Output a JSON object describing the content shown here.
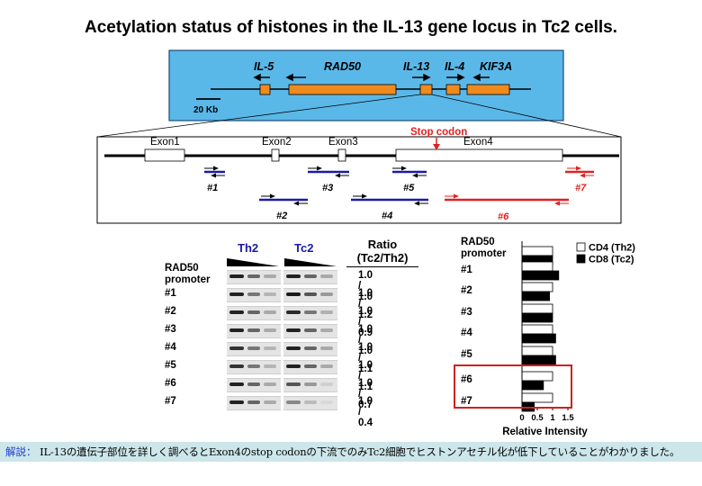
{
  "title": "Acetylation status of histones in the IL-13 gene locus in Tc2 cells.",
  "locus": {
    "genes": [
      "IL-5",
      "RAD50",
      "IL-13",
      "IL-4",
      "KIF3A"
    ],
    "scale": "20 Kb",
    "stop_codon": "Stop codon",
    "exons": [
      "Exon1",
      "Exon2",
      "Exon3",
      "Exon4"
    ],
    "primers": [
      {
        "label": "#1",
        "color": "#1a1aa8"
      },
      {
        "label": "#2",
        "color": "#1a1aa8"
      },
      {
        "label": "#3",
        "color": "#1a1aa8"
      },
      {
        "label": "#4",
        "color": "#1a1aa8"
      },
      {
        "label": "#5",
        "color": "#1a1aa8"
      },
      {
        "label": "#6",
        "color": "#e02020"
      },
      {
        "label": "#7",
        "color": "#e02020"
      }
    ],
    "colors": {
      "panel_bg": "#5ab8e8",
      "gene": "#f08a1c",
      "primer_blue": "#1a1aa8",
      "primer_red": "#e02020"
    }
  },
  "gel": {
    "th2_header": "Th2",
    "tc2_header": "Tc2",
    "ratio_header_1": "Ratio",
    "ratio_header_2": "(Tc2/Th2)",
    "rows": [
      {
        "label": "RAD50",
        "sublabel": "promoter",
        "ratio": "1.0 / 1.0"
      },
      {
        "label": "#1",
        "ratio": "1.0 / 1.2"
      },
      {
        "label": "#2",
        "ratio": "1.0 / 0.9"
      },
      {
        "label": "#3",
        "ratio": "1.0 / 1.0"
      },
      {
        "label": "#4",
        "ratio": "1.0 / 1.1"
      },
      {
        "label": "#5",
        "ratio": "1.0 / 1.1"
      },
      {
        "label": "#6",
        "ratio": "1.0 / 0.7"
      },
      {
        "label": "#7",
        "ratio": "1.0 / 0.4"
      }
    ]
  },
  "chart_data": {
    "type": "bar",
    "orientation": "horizontal",
    "categories": [
      "RAD50 promoter",
      "#1",
      "#2",
      "#3",
      "#4",
      "#5",
      "#6",
      "#7"
    ],
    "series": [
      {
        "name": "CD4 (Th2)",
        "values": [
          1.0,
          1.0,
          1.0,
          1.0,
          1.0,
          1.0,
          1.0,
          1.0
        ],
        "color": "#ffffff"
      },
      {
        "name": "CD8 (Tc2)",
        "values": [
          1.0,
          1.2,
          0.9,
          1.0,
          1.1,
          1.1,
          0.7,
          0.4
        ],
        "color": "#000000"
      }
    ],
    "xlabel": "Relative Intensity",
    "xticks": [
      "0",
      "0.5",
      "1",
      "1.5"
    ],
    "xlim": [
      0,
      1.5
    ],
    "highlight": [
      "#6",
      "#7"
    ],
    "highlight_color": "#cc2222",
    "legend_position": "top-right"
  },
  "footer": {
    "label": "解説：",
    "text": "IL-13の遺伝子部位を詳しく調べるとExon4のstop codonの下流でのみTc2細胞でヒストンアセチル化が低下していることがわかりました。"
  }
}
